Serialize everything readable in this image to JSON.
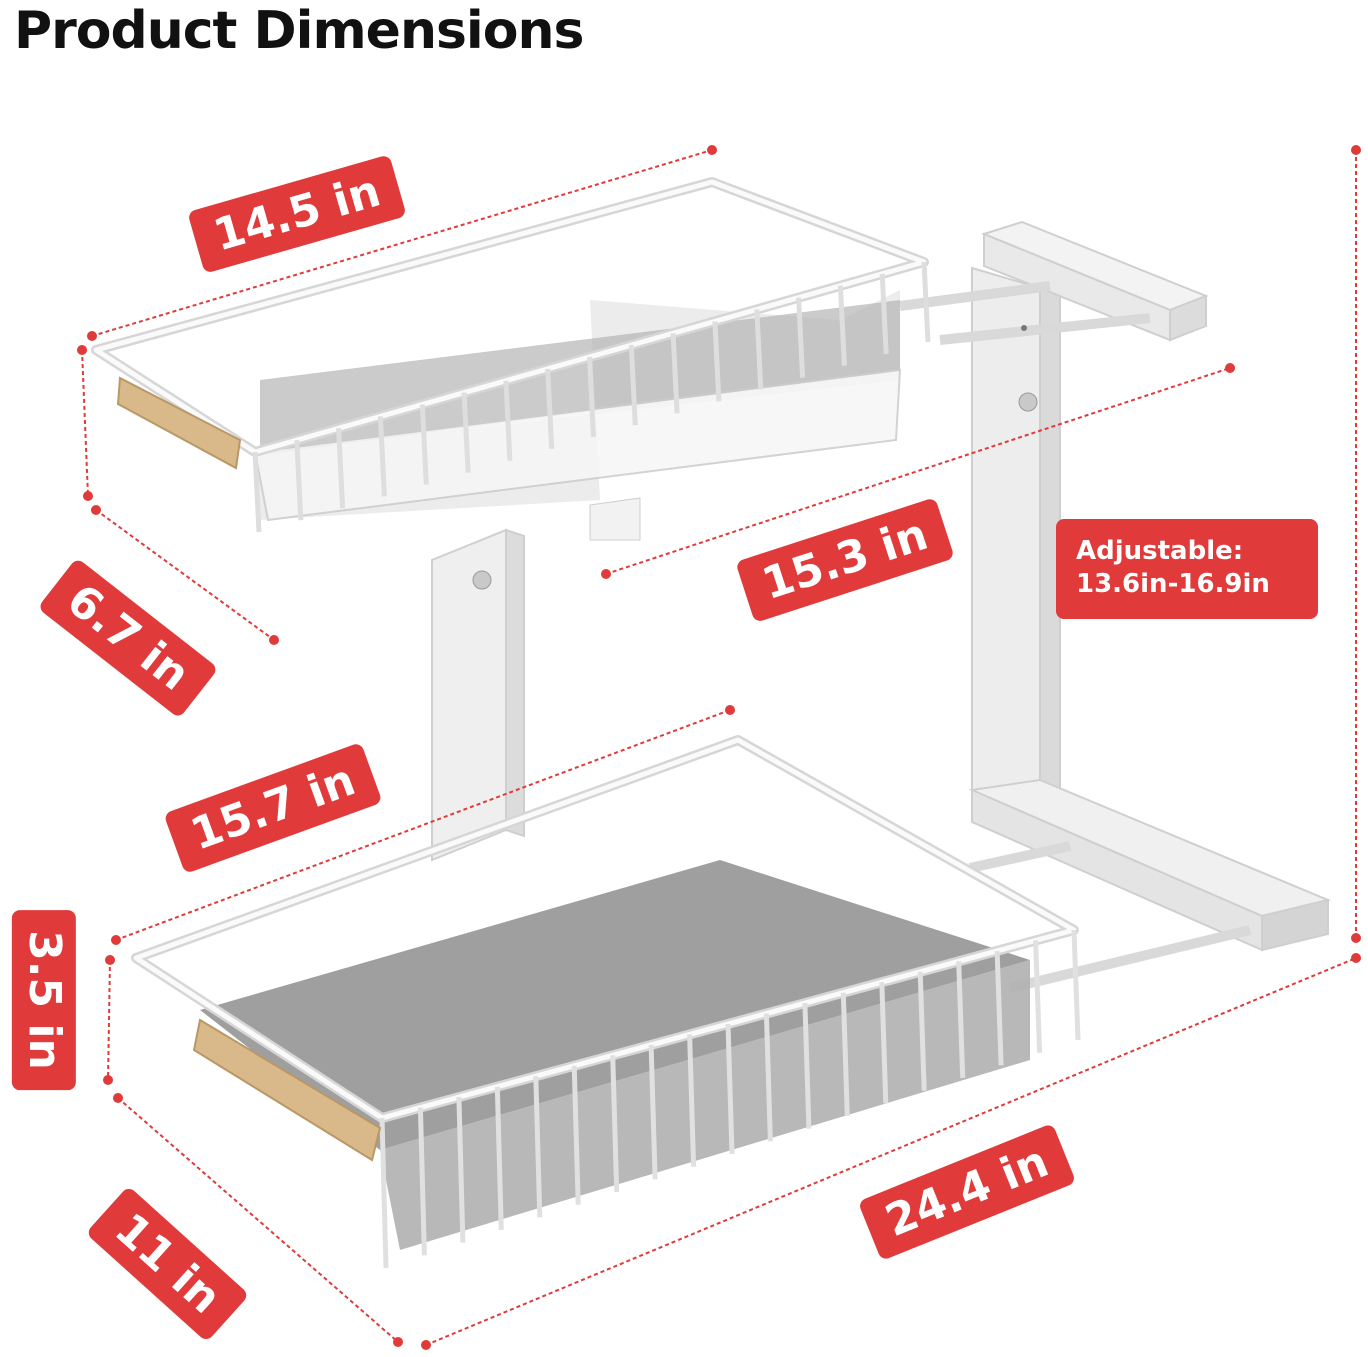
{
  "title": "Product Dimensions",
  "colors": {
    "accent": "#e03a3a",
    "rack": "#f3f3f3",
    "rack_stroke": "#cfcfcf",
    "tray": "#a9a9a9",
    "handle": "#d9b98a"
  },
  "dimensions": {
    "top_width": "14.5 in",
    "top_depth": "6.7 in",
    "frame_depth": "15.3 in",
    "bottom_width": "15.7 in",
    "bottom_height": "3.5 in",
    "bottom_depth": "11 in",
    "total_depth": "24.4 in"
  },
  "adjustable": {
    "label": "Adjustable:",
    "range": "13.6in-16.9in"
  }
}
